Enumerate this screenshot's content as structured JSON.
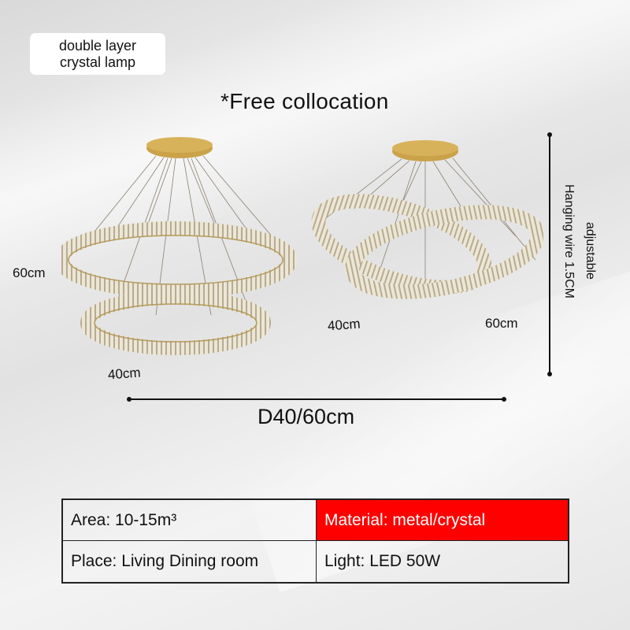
{
  "badge": {
    "line1": "double layer",
    "line2": "crystal lamp"
  },
  "headline": "*Free collocation",
  "left_lamp": {
    "outer_label": "60cm",
    "inner_label": "40cm"
  },
  "right_lamp": {
    "small_label": "40cm",
    "large_label": "60cm"
  },
  "diameter_label": "D40/60cm",
  "hanging": {
    "line1": "Hanging wire 1.5CM",
    "line2": "adjustable"
  },
  "specs": {
    "area": "Area: 10-15m³",
    "material": "Material:  metal/crystal",
    "place": "Place:  Living Dining room",
    "light": "Light:  LED  50W"
  },
  "colors": {
    "highlight": "#ff0000",
    "gold": "#c9a44a"
  }
}
